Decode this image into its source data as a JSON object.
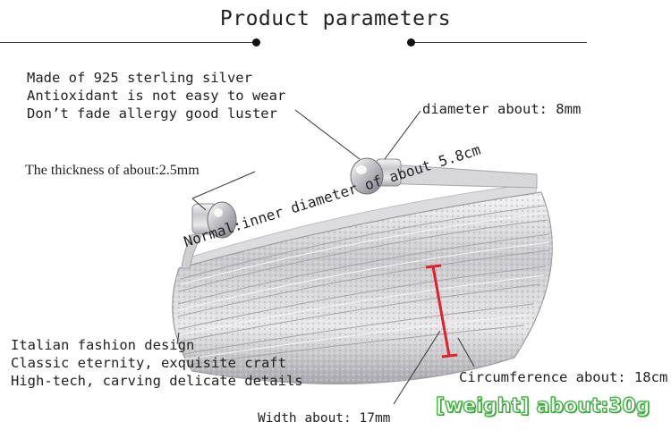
{
  "header": {
    "title": "Product parameters"
  },
  "features_top": [
    "Made of 925 sterling silver",
    "Antioxidant is not easy to wear",
    "Don’t fade allergy good luster"
  ],
  "thickness": "The thickness of about:2.5mm",
  "diameter": "diameter about: 8mm",
  "inner_diameter": "Normal:inner diameter of about 5.8cm",
  "features_bottom": [
    "Italian fashion design",
    "Classic eternity, exquisite craft",
    "High-tech, carving delicate details"
  ],
  "circumference": "Circumference about: 18cm",
  "width": "Width about: 17mm",
  "weight": "[weight] about:30g",
  "colors": {
    "accent_red": "#e0202a",
    "weight_green": "#3cae3c",
    "silver": "#c8c8cc"
  }
}
